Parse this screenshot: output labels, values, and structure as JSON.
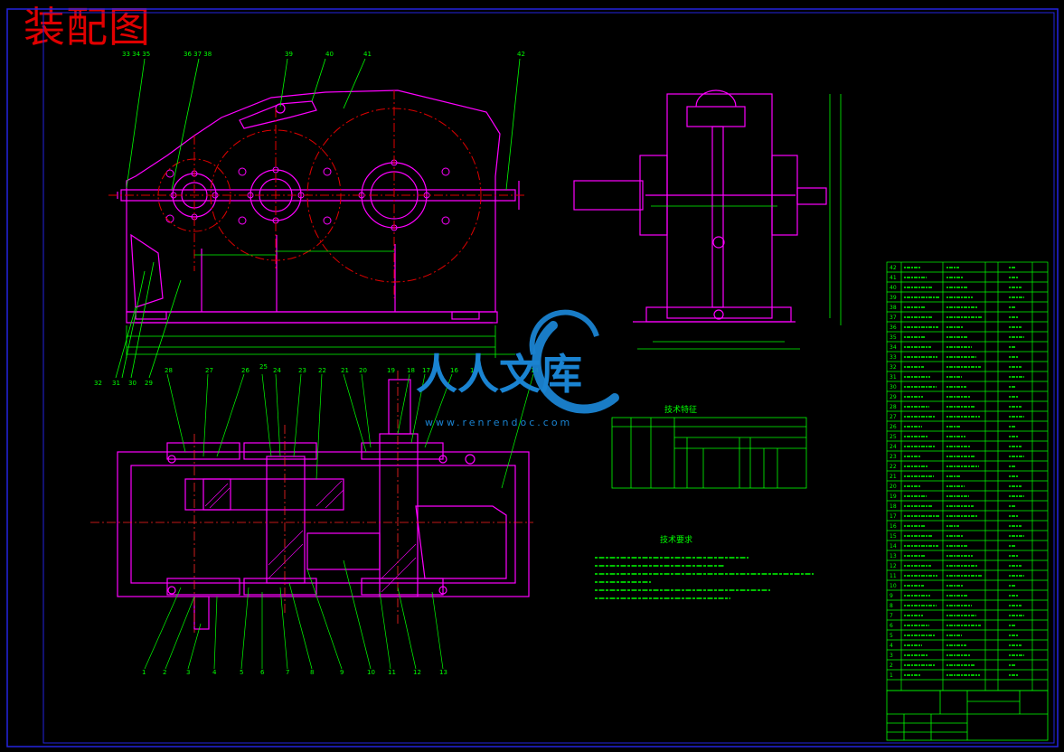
{
  "title": "装配图",
  "tech_features_title": "技术特征",
  "tech_requirements_title": "技术要求",
  "watermark": {
    "text": "人人文库",
    "url": "www.renrendoc.com"
  },
  "front_view_callouts": [
    "33 34 35",
    "36 37 38",
    "39",
    "40",
    "41",
    "42",
    "32",
    "31",
    "30",
    "29"
  ],
  "plan_view_callouts": [
    "28",
    "27",
    "26",
    "25",
    "24",
    "23",
    "22",
    "21",
    "20",
    "19",
    "18",
    "17",
    "16",
    "15",
    "14",
    "1",
    "2",
    "3",
    "4",
    "5",
    "6",
    "7",
    "8",
    "9",
    "10",
    "11",
    "12",
    "13"
  ],
  "parts_list": {
    "numbers": [
      "42",
      "41",
      "40",
      "39",
      "38",
      "37",
      "36",
      "35",
      "34",
      "33",
      "32",
      "31",
      "30",
      "29",
      "28",
      "27",
      "26",
      "25",
      "24",
      "23",
      "22",
      "21",
      "20",
      "19",
      "18",
      "17",
      "16",
      "15",
      "14",
      "13",
      "12",
      "11",
      "10",
      "9",
      "8",
      "7",
      "6",
      "5",
      "4",
      "3",
      "2",
      "1"
    ]
  },
  "colors": {
    "background": "#000000",
    "outline": "#ff00ff",
    "dimension": "#00ff00",
    "centerline": "#ff0000",
    "border": "#2222dd",
    "watermark": "#1a83d1",
    "title": "#e00000"
  }
}
